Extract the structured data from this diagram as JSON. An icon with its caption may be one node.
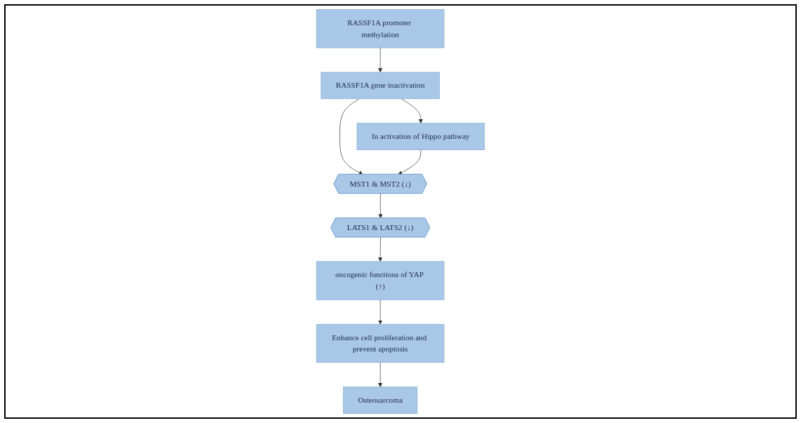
{
  "diagram": {
    "nodes": [
      {
        "text": [
          "RASSF1A promoter methylation"
        ]
      },
      {
        "text": [
          "RASSF1A gene inactivation"
        ]
      },
      {
        "text": [
          "In activation of Hippo pathway"
        ]
      },
      {
        "text": [
          "MST1 & MST2 (↓)"
        ]
      },
      {
        "text": [
          "LATS1 & LATS2 (↓)"
        ]
      },
      {
        "text": [
          "oncogenic functions of YAP (↑)"
        ]
      },
      {
        "text": [
          "Enhance cell proliferation and prevent apoptosis"
        ]
      },
      {
        "text": [
          "Osteosarcoma"
        ]
      }
    ],
    "edges": [
      {
        "from": 0,
        "to": 1,
        "arrow": "to"
      },
      {
        "from": 1,
        "to": 2,
        "arrow": "to"
      },
      {
        "from": 1,
        "to": 3,
        "arrow": "to"
      },
      {
        "from": 2,
        "to": 3,
        "arrow": "to"
      },
      {
        "from": 3,
        "to": 4,
        "arrow": "to"
      },
      {
        "from": 4,
        "to": 5,
        "arrow": "to"
      },
      {
        "from": 5,
        "to": 6,
        "arrow": "to"
      },
      {
        "from": 6,
        "to": 7,
        "arrow": "to"
      }
    ]
  }
}
